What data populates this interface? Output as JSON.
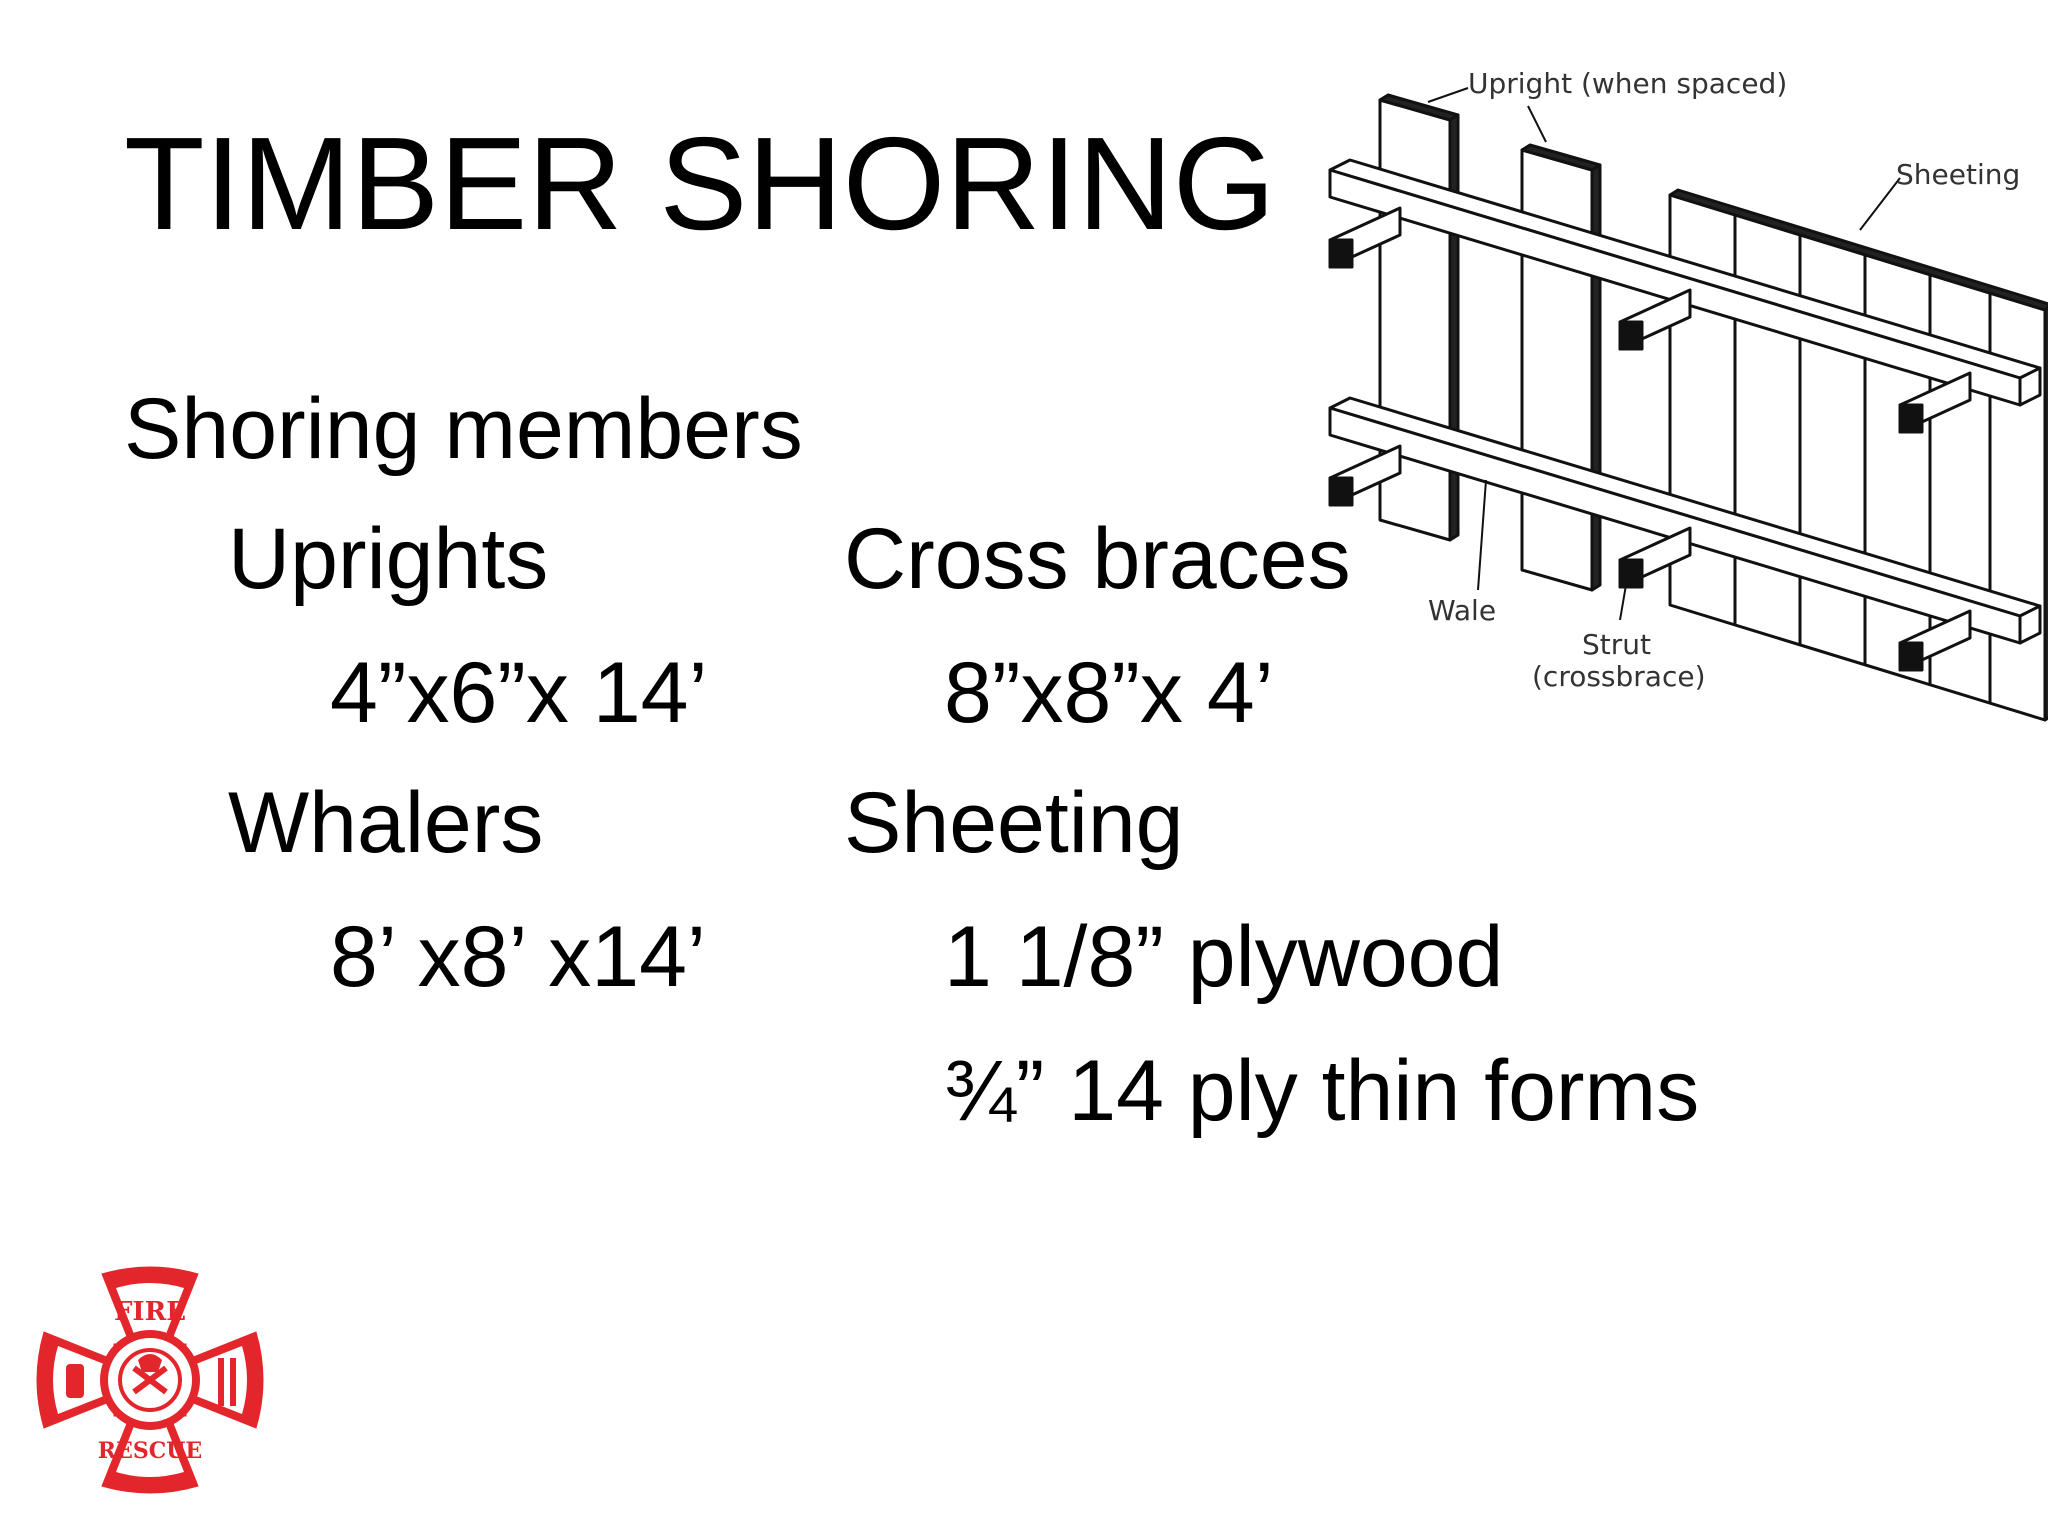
{
  "slide": {
    "title": "TIMBER SHORING",
    "heading": "Shoring members",
    "items": [
      {
        "name": "Uprights",
        "spec": "4”x6”x 14’"
      },
      {
        "name": "Cross braces",
        "spec": "8”x8”x 4’"
      },
      {
        "name": "Whalers",
        "spec": "8’ x8’ x14’"
      },
      {
        "name": "Sheeting",
        "specs": [
          "1 1/8” plywood",
          "¾” 14 ply thin forms"
        ]
      }
    ]
  },
  "diagram": {
    "labels": {
      "upright": "Upright  (when  spaced)",
      "sheeting": "Sheeting",
      "wale": "Wale",
      "strut": "Strut",
      "crossbrace": "(crossbrace)"
    }
  },
  "logo": {
    "top_text": "FIRE",
    "bottom_text": "RESCUE",
    "color": "#e3262b"
  }
}
